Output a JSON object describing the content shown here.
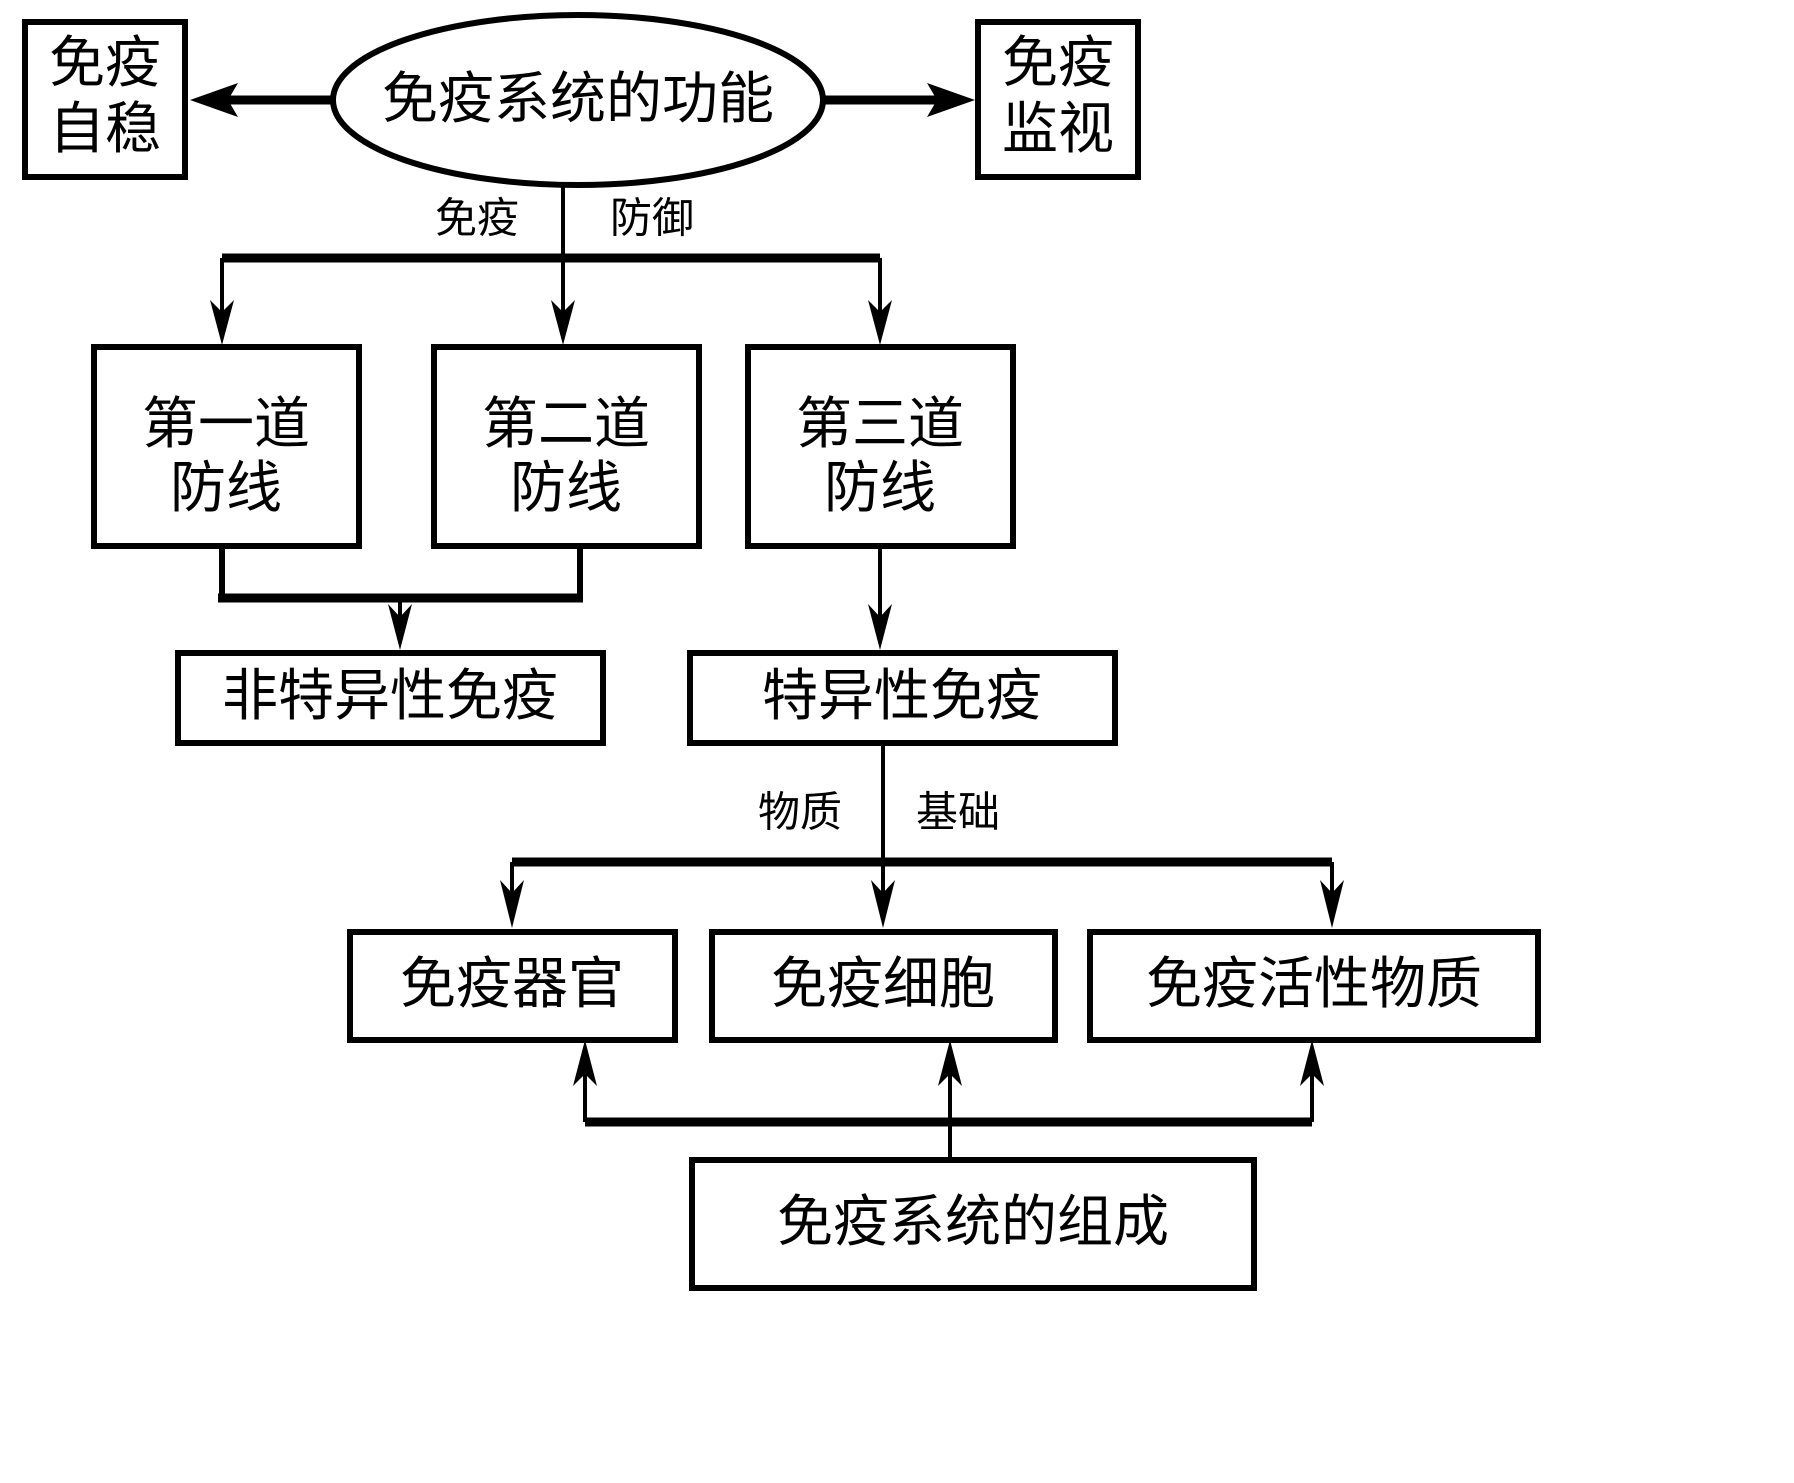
{
  "diagram": {
    "title": "免疫系统的功能",
    "type": "flowchart",
    "nodes": {
      "root": {
        "id": "root",
        "label": "免疫系统的功能",
        "shape": "ellipse"
      },
      "self_stability": {
        "id": "self_stability",
        "label_line1": "免疫",
        "label_line2": "自稳",
        "shape": "rect"
      },
      "surveillance": {
        "id": "surveillance",
        "label_line1": "免疫",
        "label_line2": "监视",
        "shape": "rect"
      },
      "line1": {
        "id": "line1",
        "label_line1": "第一道",
        "label_line2": "防线",
        "shape": "rect"
      },
      "line2": {
        "id": "line2",
        "label_line1": "第二道",
        "label_line2": "防线",
        "shape": "rect"
      },
      "line3": {
        "id": "line3",
        "label_line1": "第三道",
        "label_line2": "防线",
        "shape": "rect"
      },
      "nonspecific": {
        "id": "nonspecific",
        "label": "非特异性免疫",
        "shape": "rect"
      },
      "specific": {
        "id": "specific",
        "label": "特异性免疫",
        "shape": "rect"
      },
      "organs": {
        "id": "organs",
        "label": "免疫器官",
        "shape": "rect"
      },
      "cells": {
        "id": "cells",
        "label": "免疫细胞",
        "shape": "rect"
      },
      "active_substances": {
        "id": "active_substances",
        "label": "免疫活性物质",
        "shape": "rect"
      },
      "composition": {
        "id": "composition",
        "label": "免疫系统的组成",
        "shape": "rect"
      }
    },
    "edge_labels": {
      "defense_left": "免疫",
      "defense_right": "防御",
      "basis_left": "物质",
      "basis_right": "基础"
    },
    "colors": {
      "stroke": "#000000",
      "fill": "#ffffff",
      "background": "#ffffff"
    }
  }
}
